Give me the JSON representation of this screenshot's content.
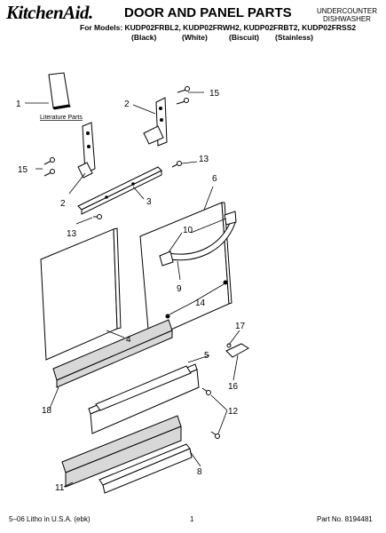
{
  "header": {
    "brand": "KitchenAid.",
    "title": "DOOR AND PANEL PARTS",
    "category_line1": "UNDERCOUNTER",
    "category_line2": "DISHWASHER",
    "models_line": "For Models: KUDP02FRBL2, KUDP02FRWH2, KUDP02FRBT2, KUDP02FRSS2",
    "colors": [
      "(Black)",
      "(White)",
      "(Biscuit)",
      "(Stainless)"
    ]
  },
  "literature_label": "Literature Parts",
  "callouts": [
    "1",
    "2",
    "15",
    "2",
    "15",
    "13",
    "3",
    "13",
    "6",
    "10",
    "9",
    "14",
    "4",
    "17",
    "5",
    "16",
    "18",
    "12",
    "8",
    "11"
  ],
  "footer": {
    "left": "5–06 Litho in U.S.A. (ebk)",
    "center": "1",
    "right": "Part No. 8194481"
  },
  "colors": {
    "line": "#000000",
    "fill": "#ffffff",
    "gasket": "#d8d8d8"
  }
}
